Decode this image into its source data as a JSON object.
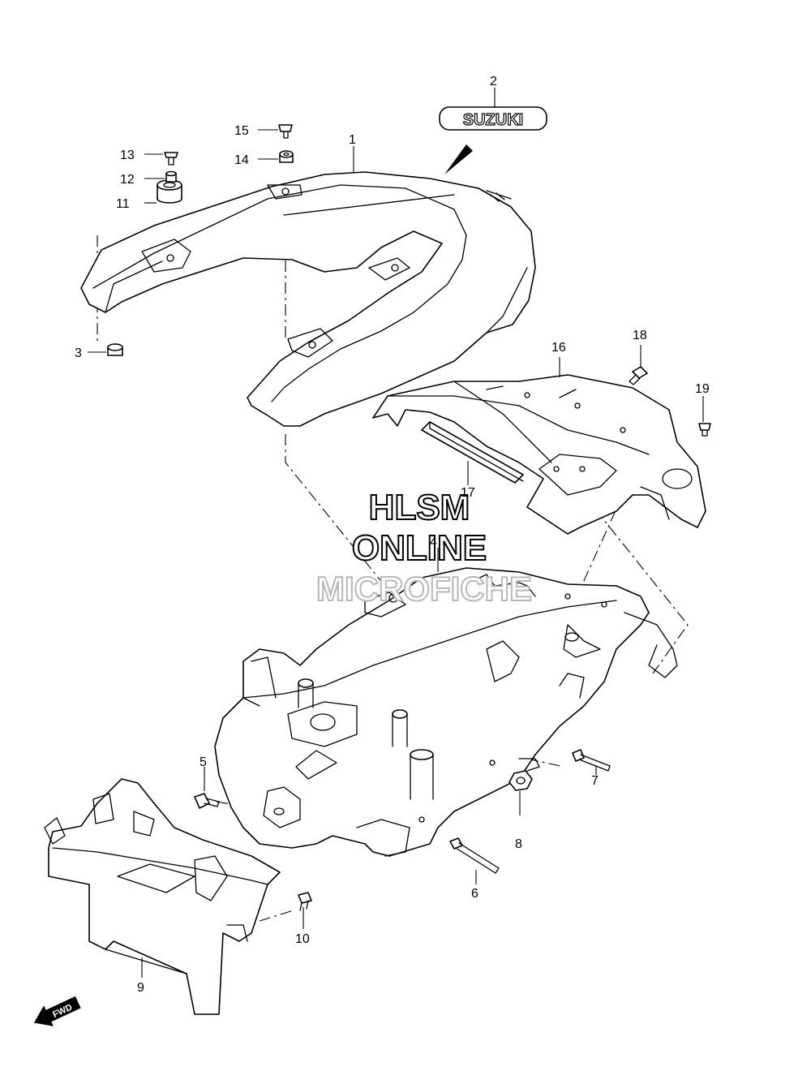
{
  "diagram": {
    "badge_text": "SUZUKI",
    "watermark": [
      "HLSM",
      "ONLINE",
      "MICROFICHE"
    ],
    "direction_badge": "FWD",
    "callouts": [
      {
        "id": "1",
        "label": "1"
      },
      {
        "id": "2",
        "label": "2"
      },
      {
        "id": "3",
        "label": "3"
      },
      {
        "id": "4",
        "label": "4"
      },
      {
        "id": "5",
        "label": "5"
      },
      {
        "id": "6",
        "label": "6"
      },
      {
        "id": "7",
        "label": "7"
      },
      {
        "id": "8",
        "label": "8"
      },
      {
        "id": "9",
        "label": "9"
      },
      {
        "id": "10",
        "label": "10"
      },
      {
        "id": "11",
        "label": "11"
      },
      {
        "id": "12",
        "label": "12"
      },
      {
        "id": "13",
        "label": "13"
      },
      {
        "id": "14",
        "label": "14"
      },
      {
        "id": "15",
        "label": "15"
      },
      {
        "id": "16",
        "label": "16"
      },
      {
        "id": "17",
        "label": "17"
      },
      {
        "id": "18",
        "label": "18"
      },
      {
        "id": "19",
        "label": "19"
      }
    ]
  }
}
